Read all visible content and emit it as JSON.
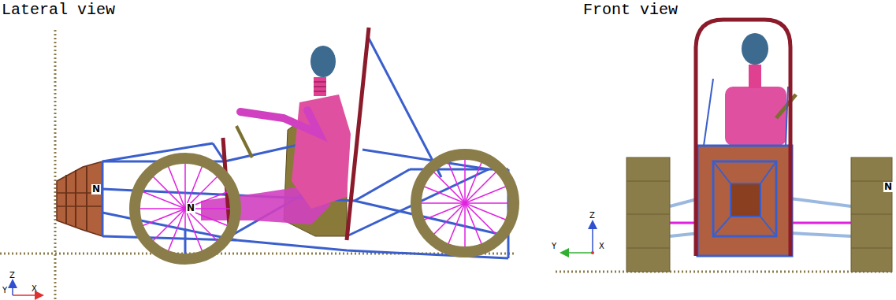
{
  "diagram": {
    "labels": [
      "Lateral view",
      "N",
      "N",
      "Z",
      "Y",
      "X",
      "Front view",
      "Z",
      "Y",
      "X",
      "N"
    ]
  }
}
